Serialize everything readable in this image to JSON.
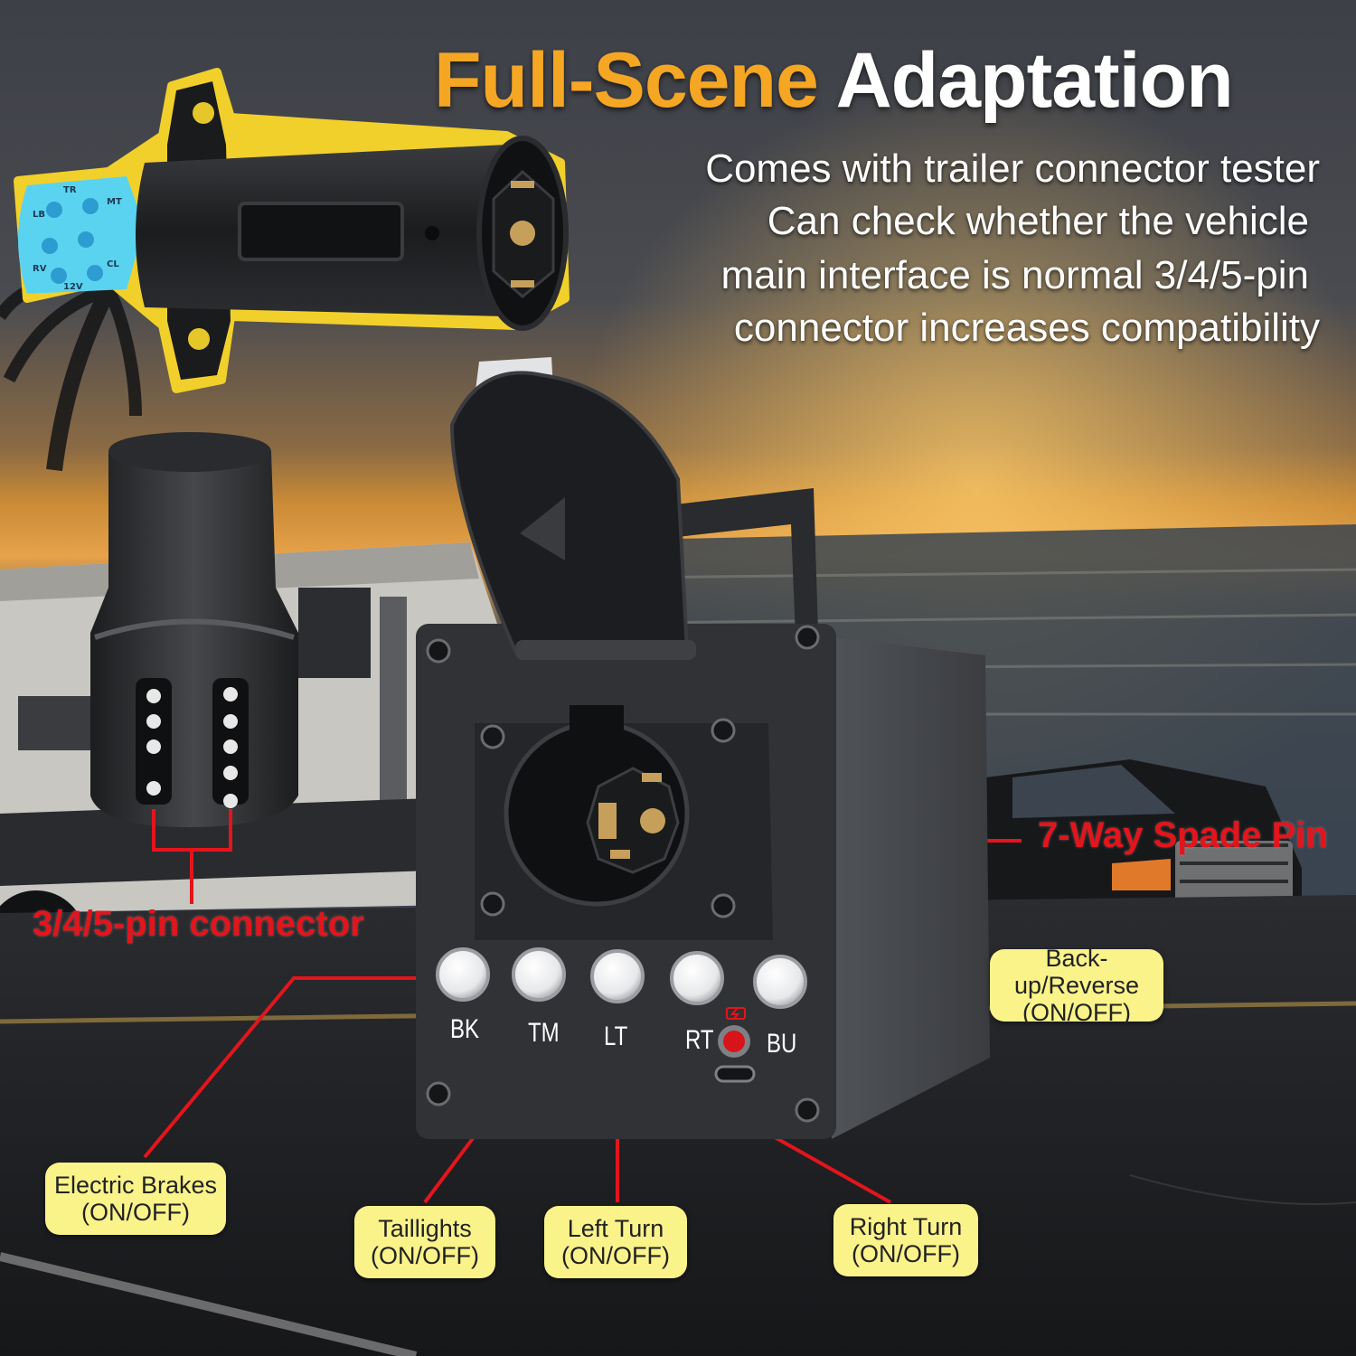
{
  "headline": {
    "accent": "Full-Scene",
    "rest": "Adaptation"
  },
  "description_lines": [
    "Comes with trailer connector tester",
    "Can check whether the vehicle",
    "main interface is normal 3/4/5-pin",
    "connector increases compatibility"
  ],
  "labels": {
    "spade_pin": "7-Way Spade Pin",
    "pin_connector": "3/4/5-pin connector"
  },
  "plug_pin_labels": [
    "TR",
    "MT",
    "LB",
    "RV",
    "CL",
    "12V"
  ],
  "buttons": [
    {
      "code": "BK",
      "callout_line1": "Electric Brakes",
      "callout_line2": "(ON/OFF)"
    },
    {
      "code": "TM",
      "callout_line1": "Taillights",
      "callout_line2": "(ON/OFF)"
    },
    {
      "code": "LT",
      "callout_line1": "Left Turn",
      "callout_line2": "(ON/OFF)"
    },
    {
      "code": "RT",
      "callout_line1": "Right Turn",
      "callout_line2": "(ON/OFF)"
    },
    {
      "code": "BU",
      "callout_line1": "Back-up/Reverse",
      "callout_line2": "(ON/OFF)"
    }
  ],
  "colors": {
    "accent_orange": "#f5a623",
    "callout_yellow": "#faf38a",
    "leader_red": "#e3151c",
    "indicator_red": "#d8141a"
  },
  "icons": {
    "battery": "battery-charging-icon",
    "usb": "usb-c-port-icon",
    "led": "charge-indicator-led-icon"
  }
}
